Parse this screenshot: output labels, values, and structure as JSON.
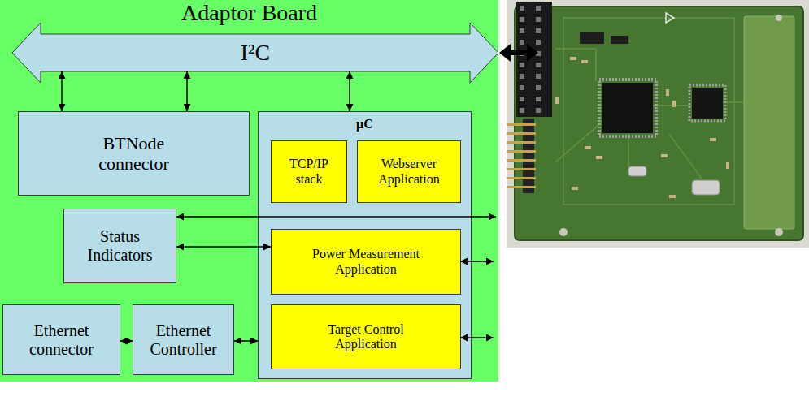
{
  "diagram": {
    "nodes": [
      {
        "text": [
          "Adaptor Board"
        ]
      },
      {
        "text": [
          "I²C"
        ],
        "in": 0
      },
      {
        "text": [
          "BTNode connector"
        ],
        "in": 0
      },
      {
        "text": [
          "µC"
        ],
        "in": 0
      },
      {
        "text": [
          "TCP/IP stack"
        ],
        "in": 3
      },
      {
        "text": [
          "Webserver Application"
        ],
        "in": 3
      },
      {
        "text": [
          "Power Measurement Application"
        ],
        "in": 3
      },
      {
        "text": [
          "Target Control Application"
        ],
        "in": 3
      },
      {
        "text": [
          "Status Indicators"
        ],
        "in": 0
      },
      {
        "text": [
          "Ethernet connector"
        ],
        "in": 0
      },
      {
        "text": [
          "Ethernet Controller"
        ],
        "in": 0
      }
    ],
    "edges": [
      {
        "from": 1,
        "to": 2,
        "arrow": "both"
      },
      {
        "from": 1,
        "to": 2,
        "arrow": "both"
      },
      {
        "from": 1,
        "to": 3,
        "arrow": "both"
      },
      {
        "from": 8,
        "to": 6,
        "arrow": "both"
      },
      {
        "from": 9,
        "to": 10,
        "arrow": "both"
      },
      {
        "from": 10,
        "to": 3,
        "arrow": "both"
      }
    ]
  }
}
